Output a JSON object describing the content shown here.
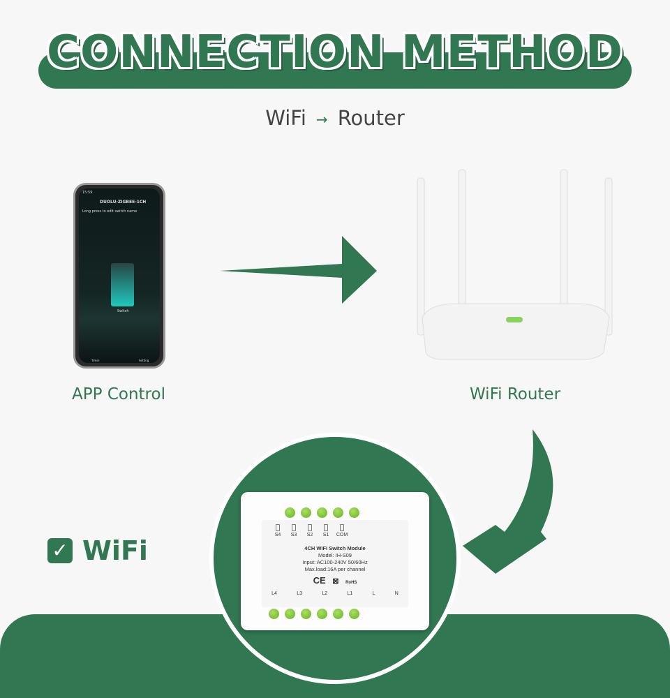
{
  "title": "CONNECTION METHOD",
  "subtitle": {
    "from": "WiFi",
    "arrow": "→",
    "to": "Router"
  },
  "phone": {
    "status_time": "15:59",
    "device_name": "DUOLU-ZIGBEE-1CH",
    "hint": "Long press to edit switch name",
    "switch_label": "Switch",
    "timer": "Timer",
    "setting": "Setting"
  },
  "labels": {
    "app": "APP Control",
    "router": "WiFi Router"
  },
  "wifi_badge": {
    "check": "✓",
    "text": "WiFi"
  },
  "module": {
    "top_terminals": [
      "S4",
      "S3",
      "S2",
      "S1",
      "COM"
    ],
    "name": "4CH WiFi Switch Module",
    "model": "Model:  IH-S09",
    "input": "Input:  AC100-240V 50/60Hz",
    "load": "Max.load:16A per channel",
    "ce": "CE",
    "rohs": "RoHS",
    "bottom_terminals": [
      "L4",
      "L3",
      "L2",
      "L1",
      "L",
      "N"
    ]
  },
  "colors": {
    "brand": "#317752",
    "bg": "#f7f7f7"
  }
}
